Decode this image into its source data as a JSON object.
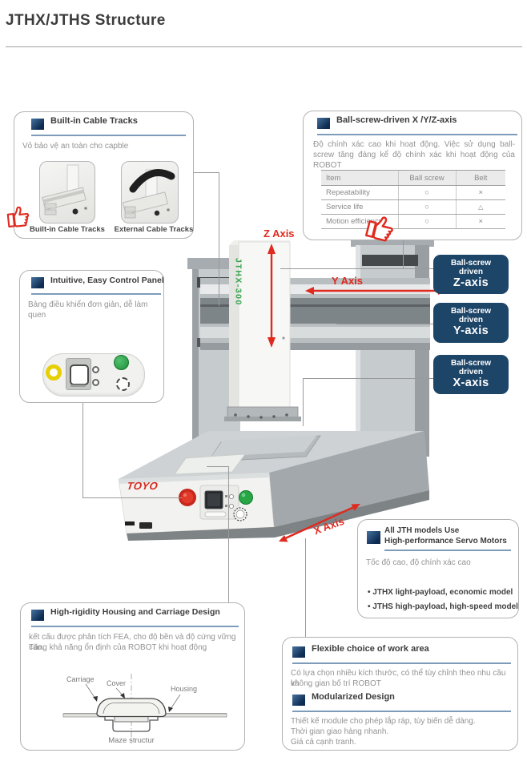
{
  "page": {
    "title": "JTHX/JTHS Structure",
    "brand": "TOYO",
    "model_label": "JTHX-300"
  },
  "colors": {
    "accent_red": "#e02a1f",
    "navy_panel": "#1d4568",
    "navy_square": "#0e2c52",
    "underline_blue": "#7e9cba"
  },
  "axes": {
    "z": "Z Axis",
    "y": "Y Axis",
    "x": "X Axis"
  },
  "axis_panels": {
    "z": {
      "line1": "Ball-screw",
      "line2": "driven",
      "line3": "Z-axis"
    },
    "y": {
      "line1": "Ball-screw",
      "line2": "driven",
      "line3": "Y-axis"
    },
    "x": {
      "line1": "Ball-screw",
      "line2": "driven",
      "line3": "X-axis"
    }
  },
  "cable_tracks": {
    "title": "Built-in Cable Tracks",
    "desc": "Vỏ bảo vệ an toàn cho capble",
    "caption_left": "Built-in Cable Tracks",
    "caption_right": "External Cable Tracks"
  },
  "ball_screw": {
    "title": "Ball-screw-driven X /Y/Z-axis",
    "desc": "Độ chính xác cao khi hoạt động. Việc sử dụng ball-screw tăng đáng kể độ chính xác khi hoạt động của ROBOT",
    "table": {
      "headers": [
        "Item",
        "Ball screw",
        "Belt"
      ],
      "rows": [
        {
          "item": "Repeatability",
          "ball_screw": "○",
          "belt": "×"
        },
        {
          "item": "Service life",
          "ball_screw": "○",
          "belt": "△"
        },
        {
          "item": "Motion efficiency",
          "ball_screw": "○",
          "belt": "×"
        }
      ]
    }
  },
  "control_panel": {
    "title": "Intuitive, Easy Control Panel",
    "desc": "Bảng điều khiển đơn giản, dễ làm quen"
  },
  "housing": {
    "title": "High-rigidity Housing and Carriage Design",
    "desc_line1": "kết cấu được phân tích FEA, cho độ bền và độ cứng vững cao.",
    "desc_line2": "Tăng khả năng ổn định của ROBOT khi hoạt động",
    "label_carriage": "Carriage",
    "label_cover": "Cover",
    "label_housing": "Housing",
    "label_maze": "Maze structur"
  },
  "servo": {
    "title_line1": "All JTH models Use",
    "title_line2": "High-performance Servo Motors",
    "desc": "Tốc độ cao, độ chính xác cao",
    "bullet1": "JTHX light-payload, economic model",
    "bullet2": "JTHS high-payload, high-speed model"
  },
  "work_area": {
    "title": "Flexible choice of work area",
    "desc_line1": "Có lựa chọn nhiều kích thước, có thể tùy chỉnh theo nhu cầu và",
    "desc_line2": "không gian bố trí ROBOT"
  },
  "modular": {
    "title": "Modularized Design",
    "line1": "Thiết kế module cho phép lắp ráp, tùy biến dễ dàng.",
    "line2": "Thời gian giao hàng nhanh.",
    "line3": "Giá cả cạnh tranh."
  }
}
